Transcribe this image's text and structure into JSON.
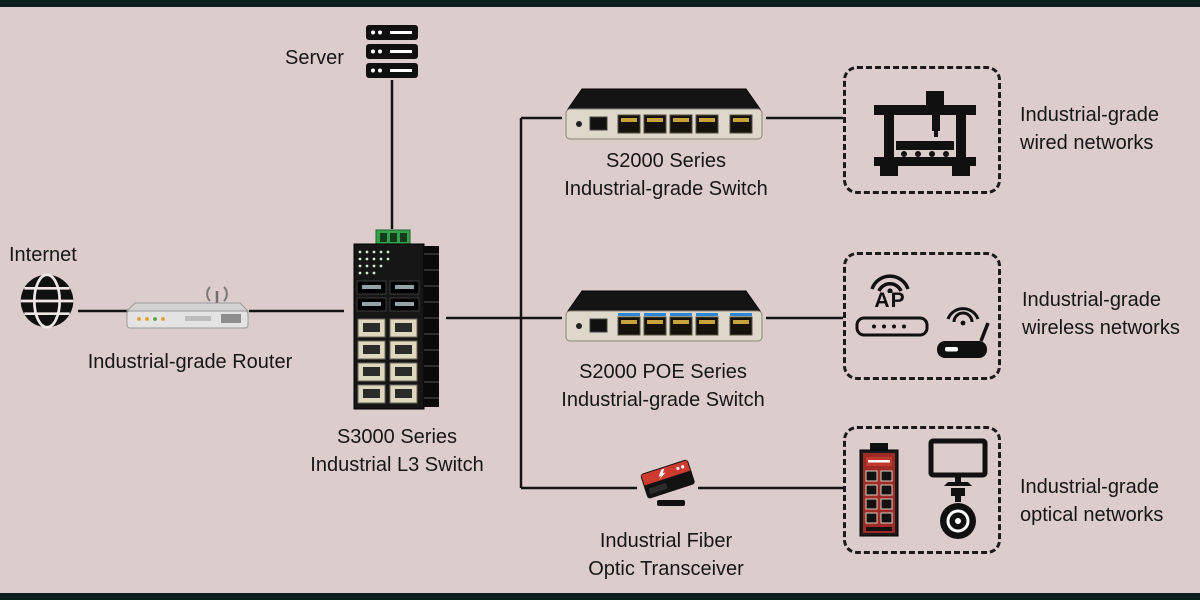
{
  "colors": {
    "bg": "#ddcccc",
    "edge_bar": "#0d1f1f",
    "line": "#141414",
    "green": "#35a24b",
    "blue": "#2e86d6",
    "red": "#b03228"
  },
  "nodes": {
    "internet": {
      "label": "Internet"
    },
    "router": {
      "label": "Industrial-grade Router"
    },
    "server": {
      "label": "Server"
    },
    "core_switch": {
      "line1": "S3000 Series",
      "line2": "Industrial L3 Switch"
    },
    "access_switch": {
      "line1": "S2000 Series",
      "line2": "Industrial-grade Switch"
    },
    "poe_switch": {
      "line1": "S2000 POE Series",
      "line2": "Industrial-grade Switch"
    },
    "transceiver": {
      "line1": "Industrial Fiber",
      "line2": "Optic Transceiver"
    },
    "wired_group": {
      "line1": "Industrial-grade",
      "line2": "wired networks"
    },
    "wireless_group": {
      "line1": "Industrial-grade",
      "line2": "wireless networks",
      "ap_label": "AP"
    },
    "optical_group": {
      "line1": "Industrial-grade",
      "line2": "optical networks"
    }
  }
}
